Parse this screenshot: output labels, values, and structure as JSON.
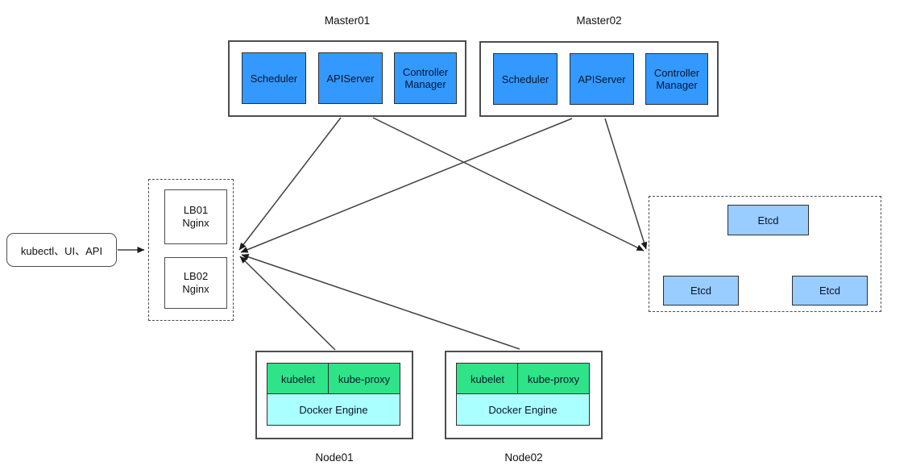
{
  "colors": {
    "master_component_fill": "#3399FF",
    "etcd_fill": "#99CCFF",
    "kubelet_fill": "#2EE388",
    "docker_fill": "#AAFFFF",
    "box_border": "#4D4D4D",
    "arrow": "#404040"
  },
  "client": {
    "label": "kubectl、UI、API"
  },
  "lb_cluster": {
    "members": [
      {
        "label": "LB01\nNginx"
      },
      {
        "label": "LB02\nNginx"
      }
    ]
  },
  "masters": [
    {
      "label": "Master01",
      "components": [
        "Scheduler",
        "APIServer",
        "Controller Manager"
      ]
    },
    {
      "label": "Master02",
      "components": [
        "Scheduler",
        "APIServer",
        "Controller Manager"
      ]
    }
  ],
  "etcd_cluster": {
    "members": [
      "Etcd",
      "Etcd",
      "Etcd"
    ]
  },
  "nodes": [
    {
      "label": "Node01",
      "agents": [
        "kubelet",
        "kube-proxy"
      ],
      "runtime": "Docker Engine"
    },
    {
      "label": "Node02",
      "agents": [
        "kubelet",
        "kube-proxy"
      ],
      "runtime": "Docker Engine"
    }
  ]
}
